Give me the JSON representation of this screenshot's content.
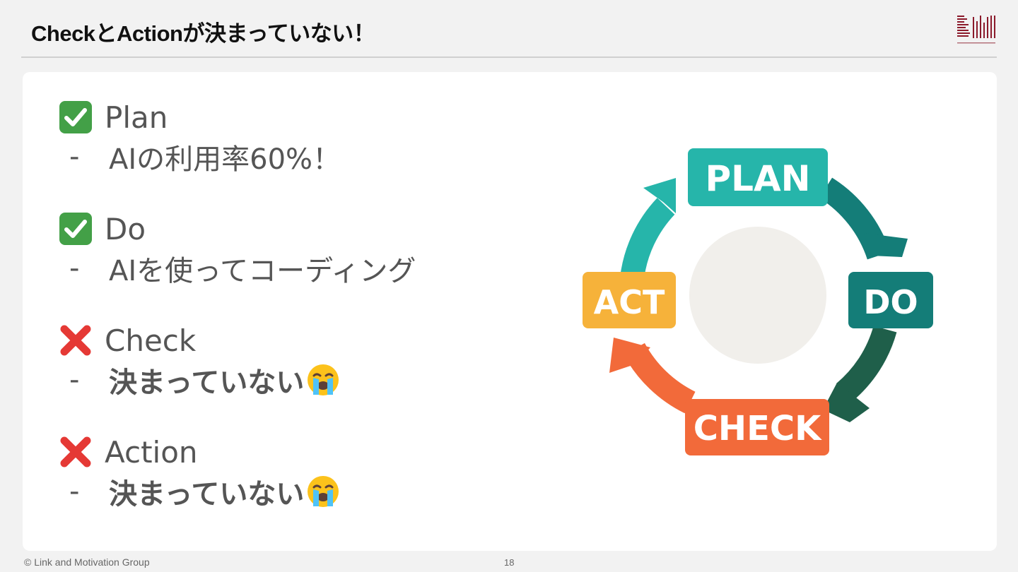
{
  "header": {
    "title": "CheckとActionが決まっていない！"
  },
  "items": [
    {
      "status": "done",
      "status_icon": "check-mark-icon",
      "label": "Plan",
      "dash": "-",
      "detail": "AIの利用率60%！",
      "detail_bold": false,
      "emoji": ""
    },
    {
      "status": "done",
      "status_icon": "check-mark-icon",
      "label": "Do",
      "dash": "-",
      "detail": "AIを使ってコーディング",
      "detail_bold": false,
      "emoji": ""
    },
    {
      "status": "missing",
      "status_icon": "cross-mark-icon",
      "label": "Check",
      "dash": "-",
      "detail": "決まっていない",
      "detail_bold": true,
      "emoji": "crying-face-icon"
    },
    {
      "status": "missing",
      "status_icon": "cross-mark-icon",
      "label": "Action",
      "dash": "-",
      "detail": "決まっていない",
      "detail_bold": true,
      "emoji": "crying-face-icon"
    }
  ],
  "cycle": {
    "plan": "PLAN",
    "do": "DO",
    "check": "CHECK",
    "act": "ACT",
    "colors": {
      "plan": "#26b5aa",
      "do": "#147d78",
      "check": "#f26a3a",
      "act": "#f6b23a",
      "center": "#f1efeb"
    }
  },
  "footer": {
    "copyright": "© Link and Motivation Group",
    "page": "18"
  },
  "colors": {
    "background": "#f2f2f2",
    "card": "#ffffff",
    "text": "#555555",
    "logo": "#8b1a2b"
  }
}
